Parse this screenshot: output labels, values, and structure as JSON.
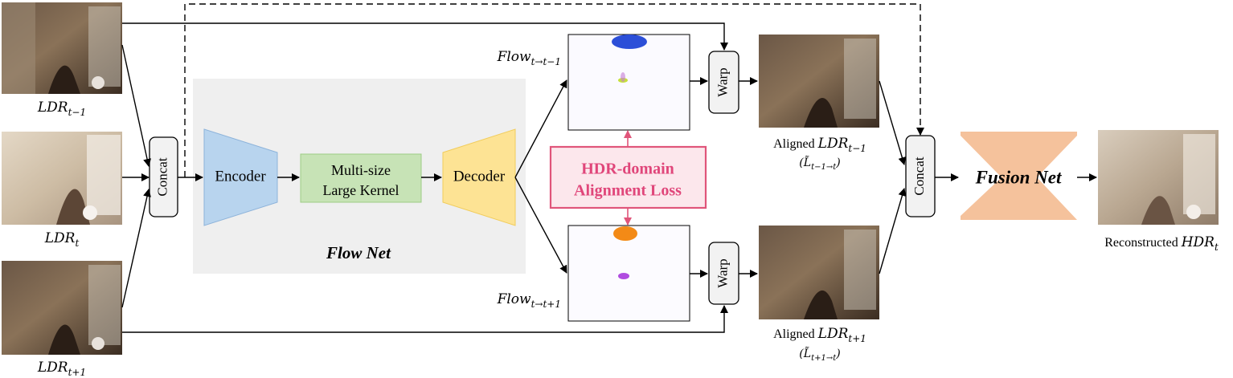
{
  "inputs": {
    "prev": {
      "main": "LDR",
      "sub": "t−1"
    },
    "cur": {
      "main": "LDR",
      "sub": "t"
    },
    "next": {
      "main": "LDR",
      "sub": "t+1"
    }
  },
  "concat_label": "Concat",
  "flow_net": {
    "title": "Flow Net",
    "encoder": "Encoder",
    "kernel_line1": "Multi-size",
    "kernel_line2": "Large Kernel",
    "decoder": "Decoder"
  },
  "flows": {
    "prev": {
      "main": "Flow",
      "sub": "t→t−1"
    },
    "next": {
      "main": "Flow",
      "sub": "t→t+1"
    }
  },
  "loss": {
    "line1": "HDR-domain",
    "line2": "Alignment Loss"
  },
  "warp_label": "Warp",
  "aligned": {
    "prev": {
      "prefix": "Aligned ",
      "main": "LDR",
      "sub": "t−1",
      "formula_main": "(L̃",
      "formula_sub": "t−1→t",
      "formula_close": ")"
    },
    "next": {
      "prefix": "Aligned ",
      "main": "LDR",
      "sub": "t+1",
      "formula_main": "(L̃",
      "formula_sub": "t+1→t",
      "formula_close": ")"
    }
  },
  "fusion_net": "Fusion Net",
  "output": {
    "prefix": "Reconstructed ",
    "main": "HDR",
    "sub": "t"
  },
  "colors": {
    "flow_panel": "#efefef",
    "encoder": "#b8d4ee",
    "kernel": "#c7e3b6",
    "decoder": "#fde394",
    "loss_border": "#e0557a",
    "loss_fill": "#fce7ec",
    "loss_text": "#e0467a",
    "fusion": "#f5c29c",
    "concat_fill": "#f2f2f2"
  }
}
